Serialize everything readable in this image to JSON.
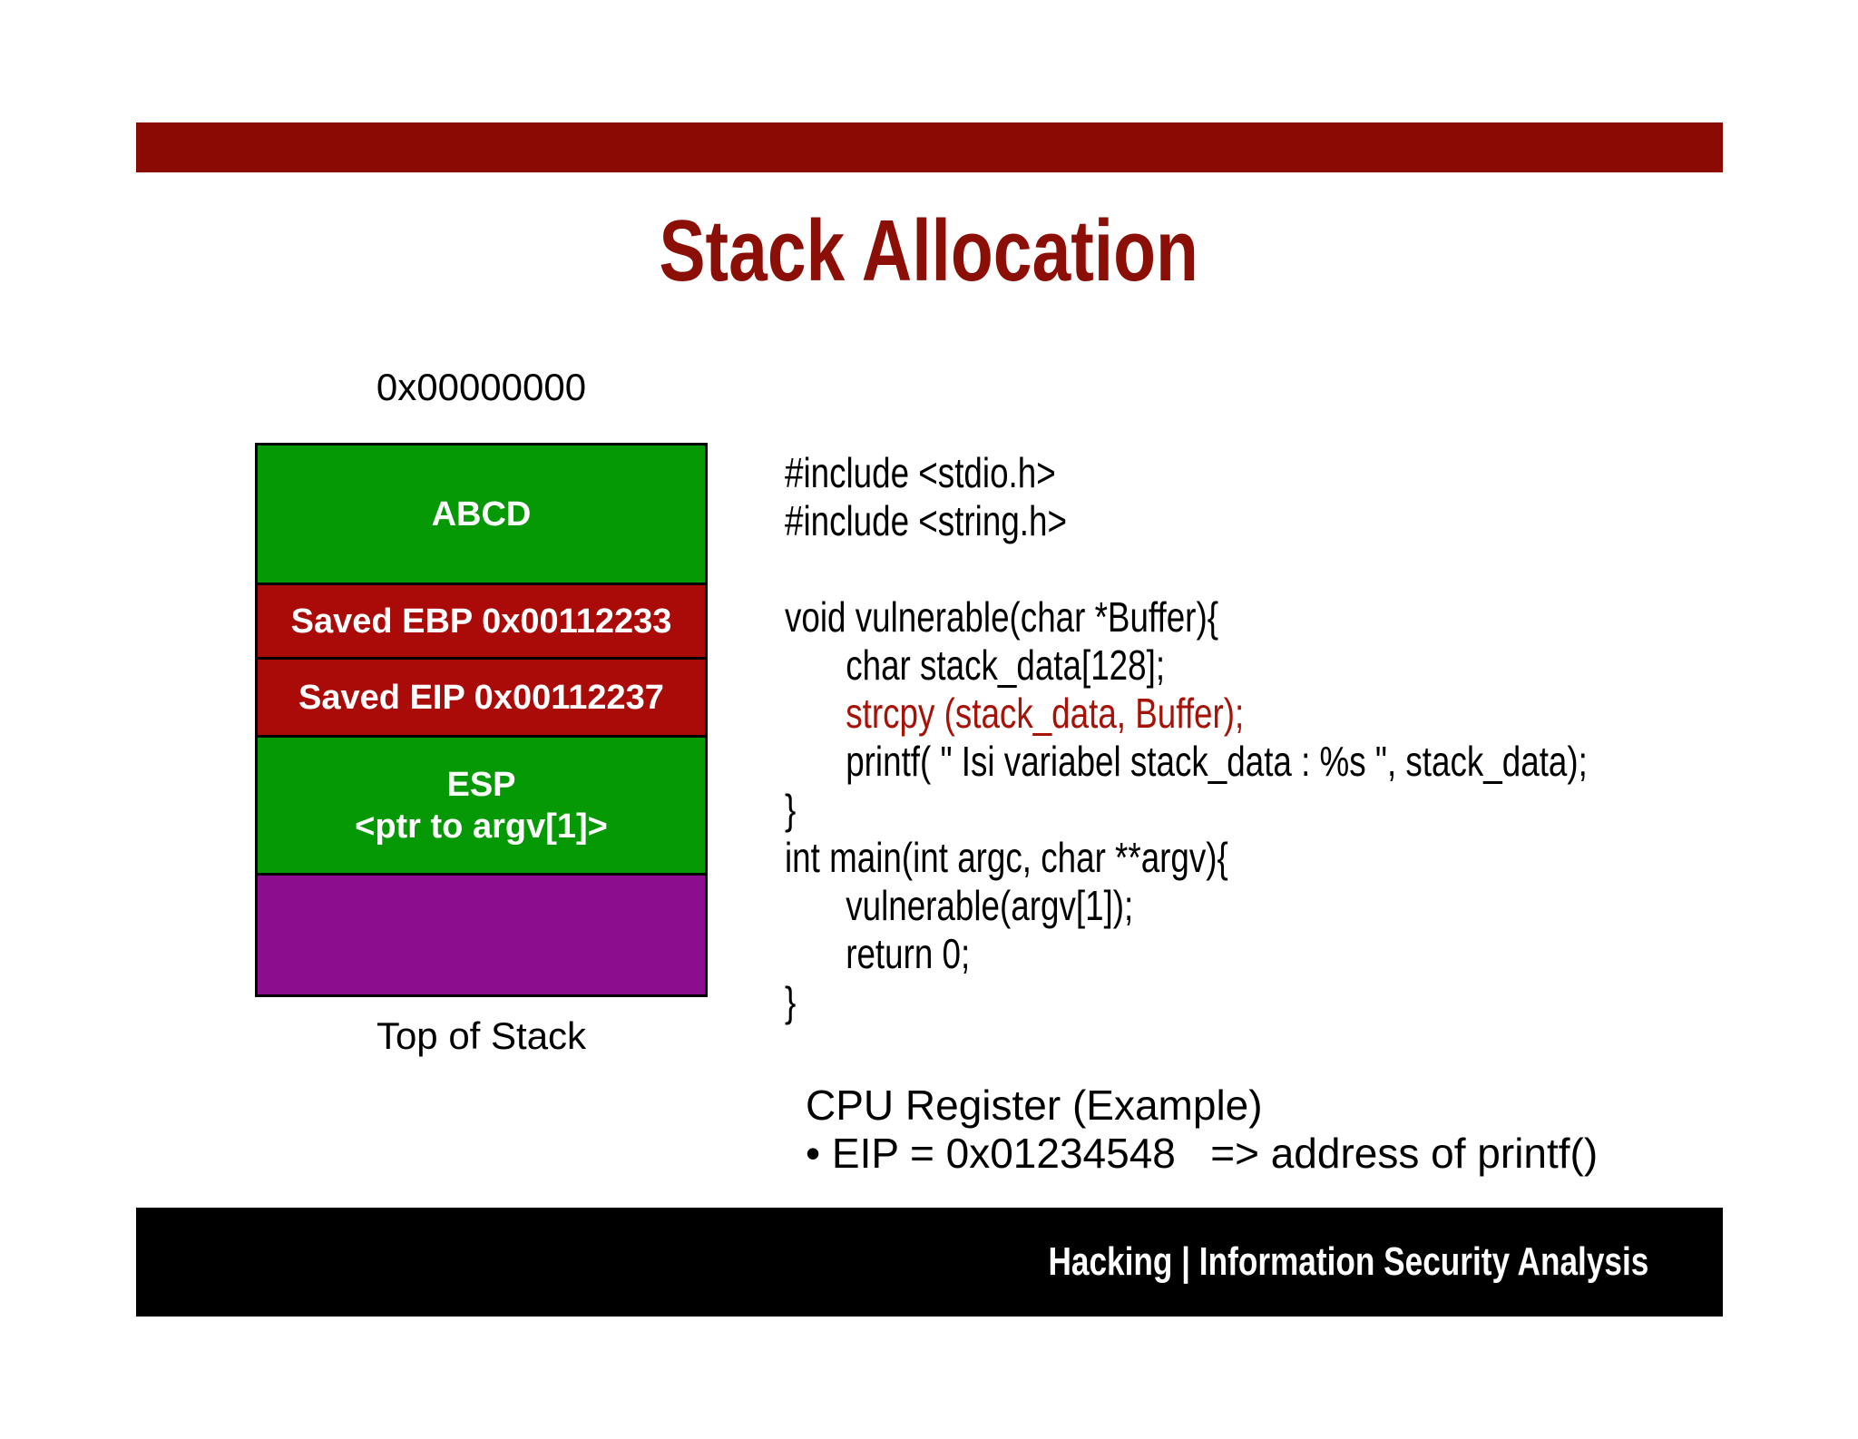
{
  "slide": {
    "title": "Stack Allocation",
    "footer": "Hacking | Information Security Analysis"
  },
  "colors": {
    "header_bar": "#8B0A04",
    "title_text": "#8B0F06",
    "box_green": "#059905",
    "box_red": "#AA0B08",
    "box_purple": "#8C0E8E",
    "box_label_text": "#FFFFFF",
    "code_text": "#000000",
    "code_highlight": "#A61208",
    "footer_bg": "#000000",
    "footer_text": "#FFFFFF"
  },
  "stack_diagram": {
    "top_address_label": "0x00000000",
    "bottom_label": "Top of Stack",
    "segments": [
      {
        "label": "ABCD",
        "color": "#059905"
      },
      {
        "label": "Saved EBP 0x00112233",
        "color": "#AA0B08"
      },
      {
        "label": "Saved EIP 0x00112237",
        "color": "#AA0B08"
      },
      {
        "label": "ESP",
        "label2": "<ptr to argv[1]>",
        "color": "#059905"
      },
      {
        "label": "",
        "color": "#8C0E8E"
      }
    ]
  },
  "code": {
    "lines": [
      {
        "text": "#include <stdio.h>",
        "indent": false,
        "highlight": false
      },
      {
        "text": "#include <string.h>",
        "indent": false,
        "highlight": false
      },
      {
        "text": "",
        "indent": false,
        "highlight": false
      },
      {
        "text": "void vulnerable(char *Buffer){",
        "indent": false,
        "highlight": false
      },
      {
        "text": "char stack_data[128];",
        "indent": true,
        "highlight": false
      },
      {
        "text": "strcpy (stack_data, Buffer);",
        "indent": true,
        "highlight": true
      },
      {
        "text": "printf( \" Isi variabel stack_data : %s \", stack_data);",
        "indent": true,
        "highlight": false
      },
      {
        "text": "}",
        "indent": false,
        "highlight": false
      },
      {
        "text": "int main(int argc, char **argv){",
        "indent": false,
        "highlight": false
      },
      {
        "text": "vulnerable(argv[1]);",
        "indent": true,
        "highlight": false
      },
      {
        "text": "return 0;",
        "indent": true,
        "highlight": false
      },
      {
        "text": "}",
        "indent": false,
        "highlight": false
      }
    ]
  },
  "cpu_register": {
    "heading": "CPU Register (Example)",
    "bullet": "• EIP = 0x01234548   => address of printf()"
  }
}
